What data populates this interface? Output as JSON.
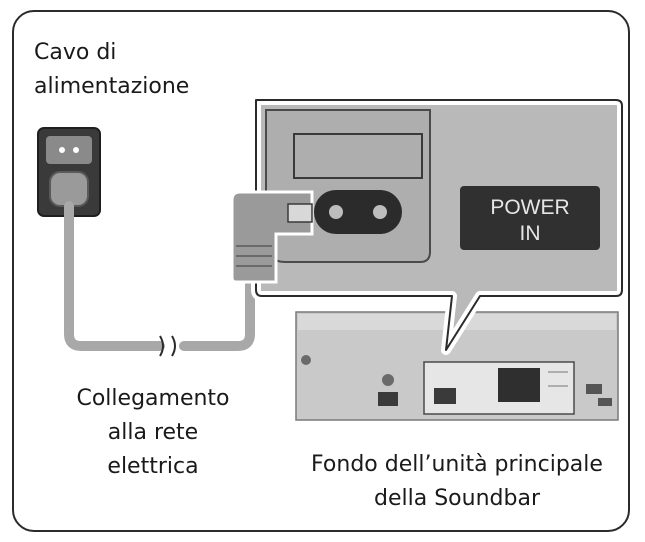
{
  "labels": {
    "power_cable": [
      "Cavo di",
      "alimentazione"
    ],
    "mains_connection": [
      "Collegamento",
      "alla rete",
      "elettrica"
    ],
    "soundbar_bottom": [
      "Fondo dell’unità principale",
      "della Soundbar"
    ]
  },
  "panel": {
    "port_label": [
      "POWER",
      "IN"
    ]
  },
  "colors": {
    "outline": "#2b2b2b",
    "panel_gray": "#b9b9b9",
    "cable_gray": "#a8a8a8",
    "dark": "#3a3a3a"
  }
}
